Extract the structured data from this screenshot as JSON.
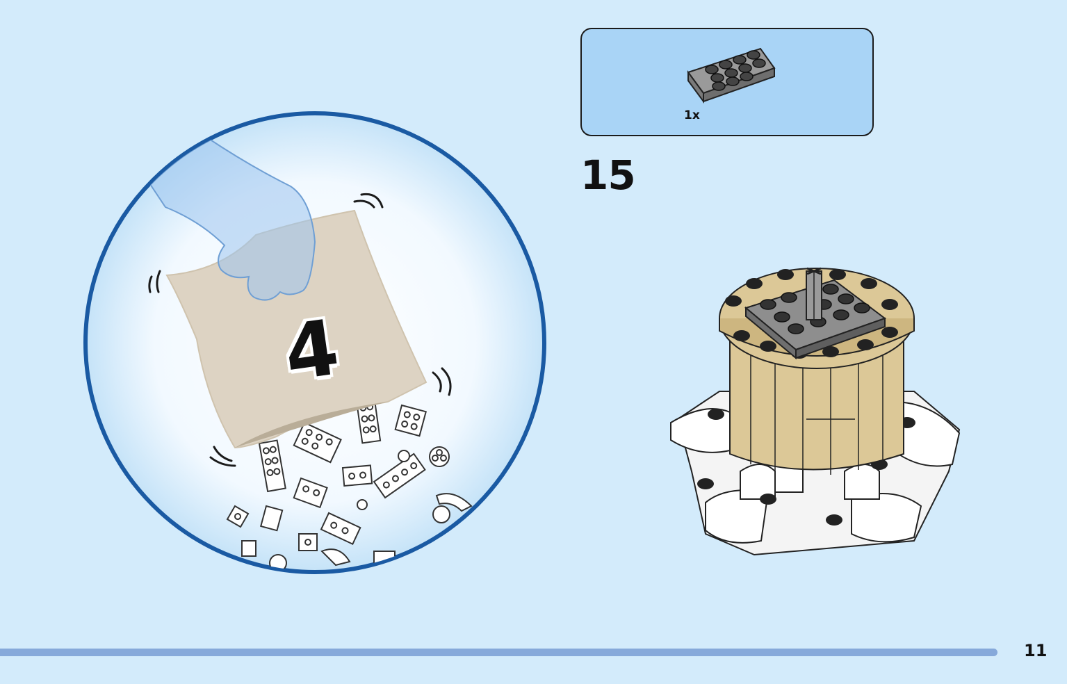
{
  "bag": {
    "number": "4",
    "icon": "bag-open-icon",
    "colors": {
      "ring": "#1a5aa3",
      "bag": "#ddd3c3",
      "hand": "#9cc4ee"
    }
  },
  "parts": {
    "items": [
      {
        "icon": "plate-2x4-gray-icon",
        "qty": "1x",
        "color": "#8f8f8f"
      }
    ],
    "background": "#a9d4f6"
  },
  "step": {
    "number": "15"
  },
  "model": {
    "icon": "round-tower-model-icon",
    "colors": {
      "tan": "#dcc897",
      "white": "#ffffff",
      "gray": "#8e8e8e"
    }
  },
  "footer": {
    "page_number": "11",
    "bar_color": "#86a9da"
  }
}
